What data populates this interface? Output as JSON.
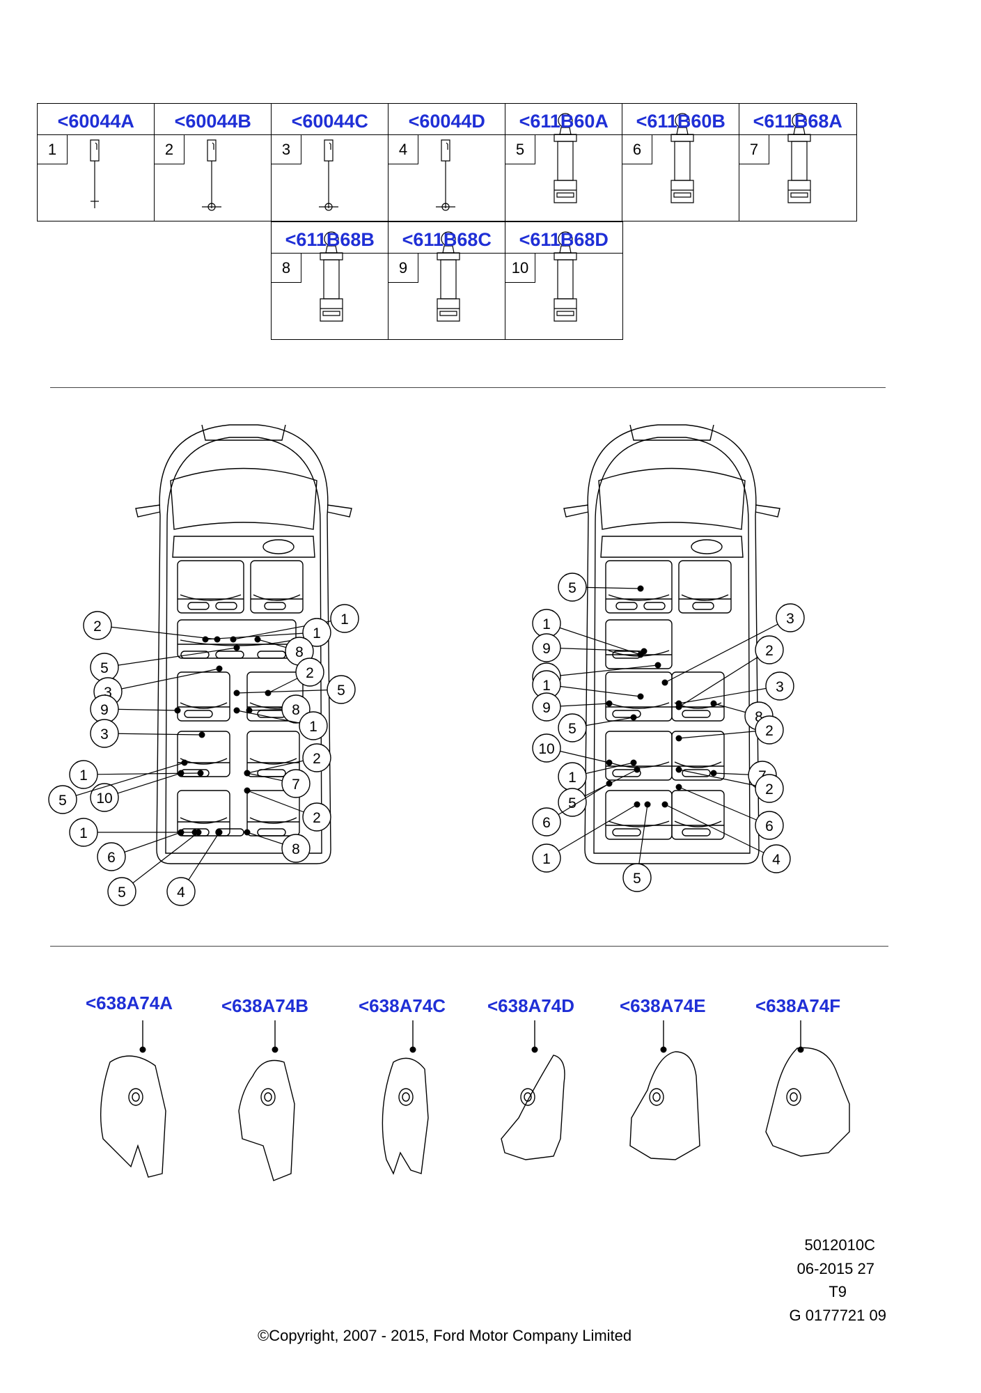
{
  "top_table": {
    "row1": [
      {
        "link": "<60044A",
        "num": "1",
        "kind": "rod"
      },
      {
        "link": "<60044B",
        "num": "2",
        "kind": "rod-ring"
      },
      {
        "link": "<60044C",
        "num": "3",
        "kind": "rod-ring"
      },
      {
        "link": "<60044D",
        "num": "4",
        "kind": "rod-ring"
      },
      {
        "link": "<611B60A",
        "num": "5",
        "kind": "buckle"
      },
      {
        "link": "<611B60B",
        "num": "6",
        "kind": "buckle"
      },
      {
        "link": "<611B68A",
        "num": "7",
        "kind": "buckle"
      }
    ],
    "row2": [
      {
        "link": "<611B68B",
        "num": "8",
        "kind": "buckle"
      },
      {
        "link": "<611B68C",
        "num": "9",
        "kind": "buckle"
      },
      {
        "link": "<611B68D",
        "num": "10",
        "kind": "buckle"
      }
    ]
  },
  "left_diagram_callouts": [
    "2",
    "1",
    "1",
    "8",
    "5",
    "2",
    "5",
    "3",
    "9",
    "8",
    "1",
    "3",
    "2",
    "1",
    "7",
    "10",
    "5",
    "2",
    "1",
    "6",
    "8",
    "5",
    "4"
  ],
  "right_diagram_callouts": [
    "5",
    "3",
    "1",
    "9",
    "4",
    "2",
    "1",
    "3",
    "9",
    "8",
    "5",
    "2",
    "10",
    "7",
    "1",
    "5",
    "2",
    "6",
    "6",
    "1",
    "5",
    "4"
  ],
  "covers": [
    {
      "link": "<638A74A"
    },
    {
      "link": "<638A74B"
    },
    {
      "link": "<638A74C"
    },
    {
      "link": "<638A74D"
    },
    {
      "link": "<638A74E"
    },
    {
      "link": "<638A74F"
    }
  ],
  "footer": {
    "line1": "5012010C",
    "line2": "06-2015 27",
    "line3": "T9",
    "line4": "G 0177721 09"
  },
  "copyright": "©Copyright, 2007 - 2015, Ford Motor Company Limited"
}
